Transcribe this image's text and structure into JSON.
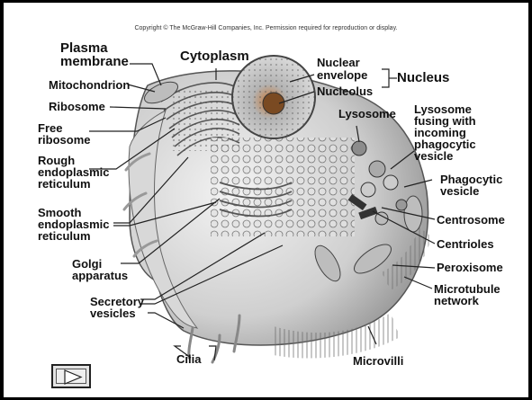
{
  "copyright": "Copyright © The McGraw-Hill Companies, Inc. Permission required for reproduction or display.",
  "labels": {
    "plasma_membrane_1": "Plasma",
    "plasma_membrane_2": "membrane",
    "cytoplasm": "Cytoplasm",
    "nuclear_envelope_1": "Nuclear",
    "nuclear_envelope_2": "envelope",
    "nucleolus": "Nucleolus",
    "nucleus": "Nucleus",
    "mitochondrion": "Mitochondrion",
    "ribosome": "Ribosome",
    "free_ribosome_1": "Free",
    "free_ribosome_2": "ribosome",
    "rough_er_1": "Rough",
    "rough_er_2": "endoplasmic",
    "rough_er_3": "reticulum",
    "smooth_er_1": "Smooth",
    "smooth_er_2": "endoplasmic",
    "smooth_er_3": "reticulum",
    "golgi_1": "Golgi",
    "golgi_2": "apparatus",
    "secretory_1": "Secretory",
    "secretory_2": "vesicles",
    "cilia": "Cilia",
    "microvilli": "Microvilli",
    "lysosome": "Lysosome",
    "lysosome_fusing_1": "Lysosome",
    "lysosome_fusing_2": "fusing with",
    "lysosome_fusing_3": "incoming",
    "lysosome_fusing_4": "phagocytic",
    "lysosome_fusing_5": "vesicle",
    "phagocytic_1": "Phagocytic",
    "phagocytic_2": "vesicle",
    "centrosome": "Centrosome",
    "centrioles": "Centrioles",
    "peroxisome": "Peroxisome",
    "microtubule_1": "Microtubule",
    "microtubule_2": "network"
  },
  "controls": {
    "next_icon": "play-triangle-icon"
  }
}
